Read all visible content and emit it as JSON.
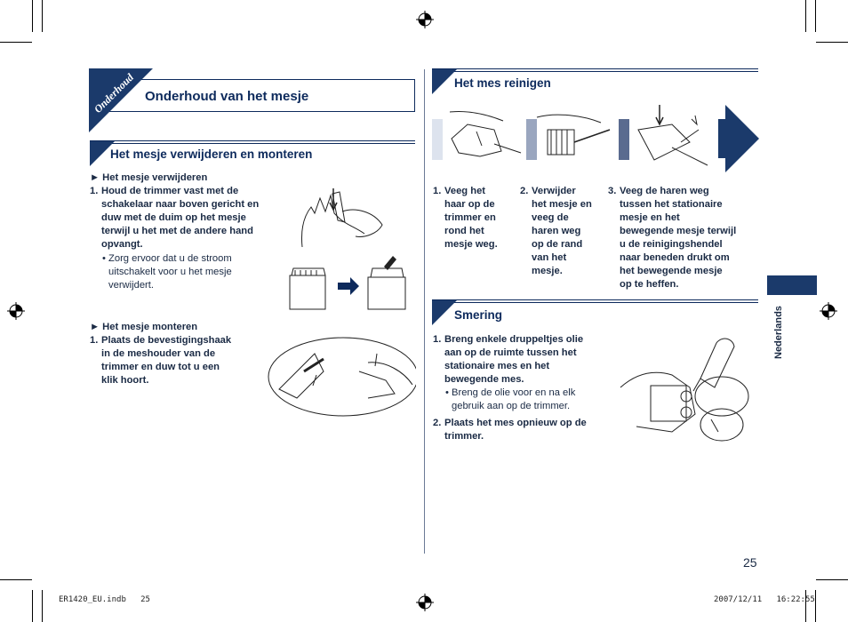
{
  "left": {
    "tab_label": "Onderhoud",
    "main_title": "Onderhoud van het mesje",
    "section_title": "Het mesje verwijderen en monteren",
    "remove": {
      "heading": "► Het mesje verwijderen",
      "step_num": "1.",
      "step_lines": [
        "Houd de trimmer vast met de",
        "schakelaar naar boven gericht en",
        "duw met de duim op het mesje",
        "terwijl u het met de andere hand",
        "opvangt."
      ],
      "bullet_lines": [
        "• Zorg ervoor dat u de stroom",
        "uitschakelt voor u het mesje",
        "verwijdert."
      ]
    },
    "mount": {
      "heading": "► Het mesje monteren",
      "step_num": "1.",
      "step_lines": [
        "Plaats de bevestigingshaak",
        "in de meshouder van de",
        "trimmer en duw tot u een",
        "klik hoort."
      ]
    }
  },
  "right": {
    "clean_title": "Het mes reinigen",
    "steps": [
      {
        "num": "1.",
        "lines": [
          "Veeg het",
          "haar op de",
          "trimmer en",
          "rond het",
          "mesje weg."
        ]
      },
      {
        "num": "2.",
        "lines": [
          "Verwijder",
          "het mesje en",
          "veeg de",
          "haren weg",
          "op de rand",
          "van het",
          "mesje."
        ]
      },
      {
        "num": "3.",
        "lines": [
          "Veeg de haren weg",
          "tussen het stationaire",
          "mesje en het",
          "bewegende mesje terwijl",
          "u de reinigingshendel",
          "naar beneden drukt om",
          "het bewegende mesje",
          "op te heffen."
        ]
      }
    ],
    "oil_title": "Smering",
    "oil": {
      "step1_num": "1.",
      "step1_lines": [
        "Breng enkele druppeltjes olie",
        "aan op de ruimte tussen het",
        "stationaire mes en het",
        "bewegende mes."
      ],
      "bullet_lines": [
        "• Breng de olie voor en na elk",
        "gebruik aan op de trimmer."
      ],
      "step2_num": "2.",
      "step2_lines": [
        "Plaats het mes opnieuw op de",
        "trimmer."
      ]
    },
    "side_tab": "Nederlands",
    "page_number": "25"
  },
  "footer": {
    "file": "ER1420_EU.indb   25",
    "timestamp": "2007/12/11   16:22:55"
  },
  "colors": {
    "navy": "#0d2a5c",
    "tab": "#1b3a6b",
    "light": "#dde3ee",
    "mid": "#9aa6bf"
  }
}
